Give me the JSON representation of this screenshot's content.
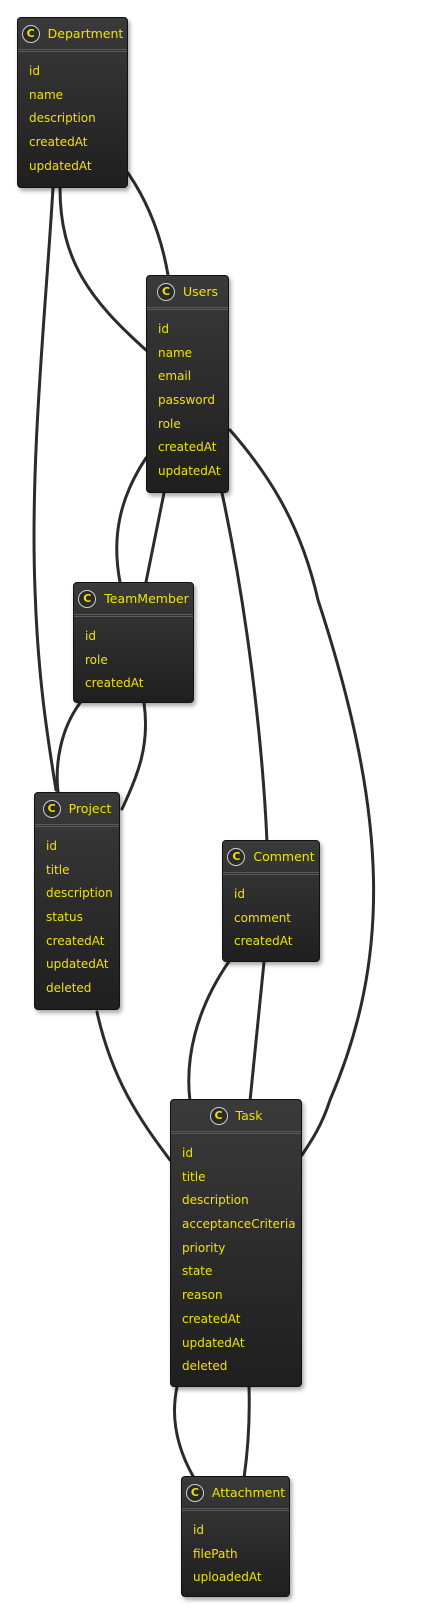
{
  "diagram": {
    "colors": {
      "text": "#f2e200",
      "box": "#2c2c2c",
      "edge": "#2b2b2b"
    },
    "icon": "class-badge-icon",
    "badge_letter": "C",
    "classes": {
      "department": {
        "name": "Department",
        "fields": [
          "id",
          "name",
          "description",
          "createdAt",
          "updatedAt"
        ]
      },
      "users": {
        "name": "Users",
        "fields": [
          "id",
          "name",
          "email",
          "password",
          "role",
          "createdAt",
          "updatedAt"
        ]
      },
      "teammember": {
        "name": "TeamMember",
        "fields": [
          "id",
          "role",
          "createdAt"
        ]
      },
      "project": {
        "name": "Project",
        "fields": [
          "id",
          "title",
          "description",
          "status",
          "createdAt",
          "updatedAt",
          "deleted"
        ]
      },
      "comment": {
        "name": "Comment",
        "fields": [
          "id",
          "comment",
          "createdAt"
        ]
      },
      "task": {
        "name": "Task",
        "fields": [
          "id",
          "title",
          "description",
          "acceptanceCriteria",
          "priority",
          "state",
          "reason",
          "createdAt",
          "updatedAt",
          "deleted"
        ]
      },
      "attachment": {
        "name": "Attachment",
        "fields": [
          "id",
          "filePath",
          "uploadedAt"
        ]
      }
    },
    "relations": [
      {
        "from": "Department",
        "to": "Users"
      },
      {
        "from": "Department",
        "to": "Users"
      },
      {
        "from": "Department",
        "to": "Project"
      },
      {
        "from": "Users",
        "to": "TeamMember"
      },
      {
        "from": "Users",
        "to": "TeamMember"
      },
      {
        "from": "Users",
        "to": "Comment"
      },
      {
        "from": "Users",
        "to": "Task"
      },
      {
        "from": "TeamMember",
        "to": "Project"
      },
      {
        "from": "TeamMember",
        "to": "Project"
      },
      {
        "from": "Project",
        "to": "Task"
      },
      {
        "from": "Comment",
        "to": "Task"
      },
      {
        "from": "Comment",
        "to": "Task"
      },
      {
        "from": "Task",
        "to": "Attachment"
      },
      {
        "from": "Task",
        "to": "Attachment"
      }
    ]
  }
}
